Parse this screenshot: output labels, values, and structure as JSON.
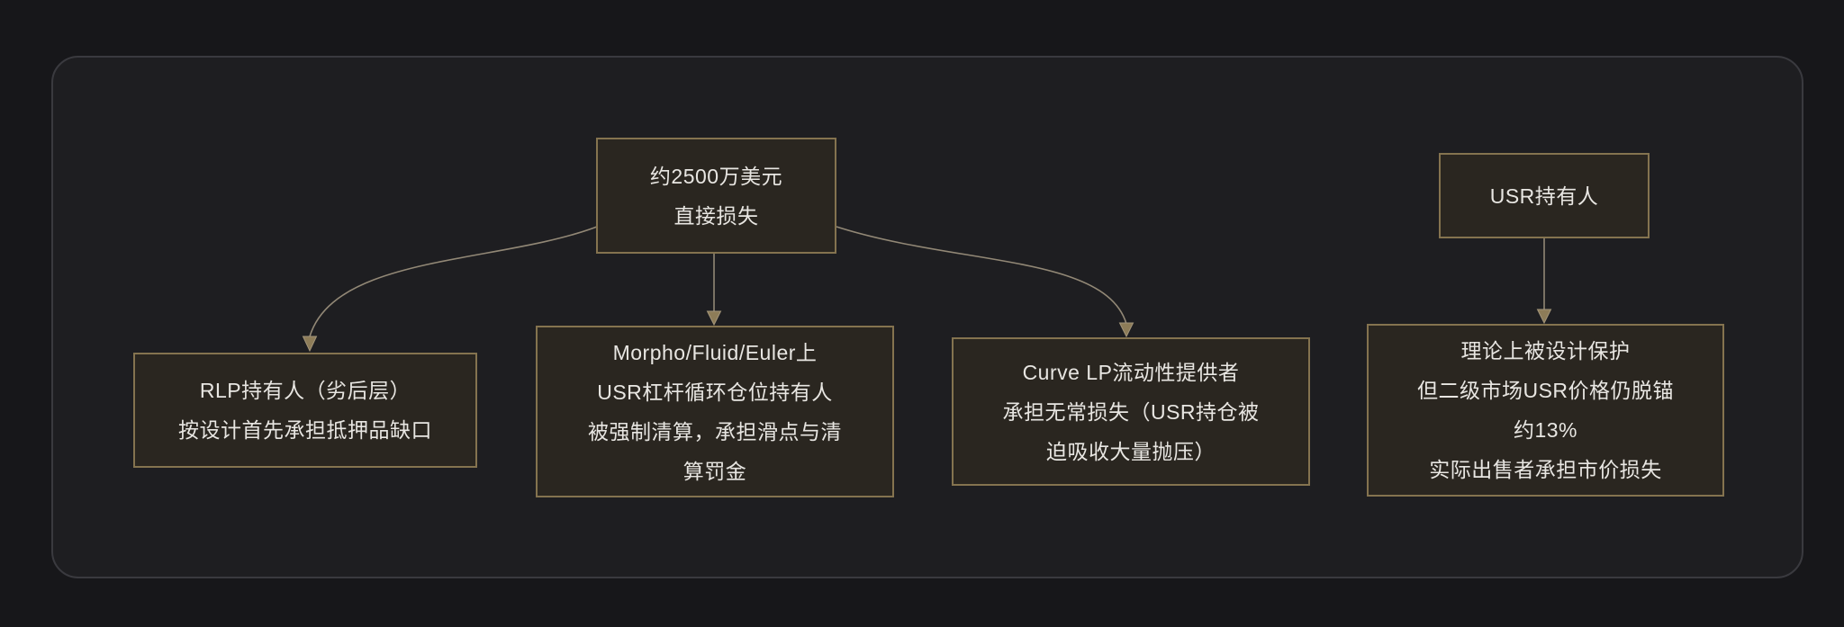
{
  "diagram": {
    "theme": {
      "page_bg": "#17171a",
      "panel_bg": "#1e1e21",
      "panel_border": "#3a3a3f",
      "node_bg": "#2a2620",
      "node_border": "#84734f",
      "text_color": "#e8e6e2",
      "arrow_color": "#928876",
      "arrowhead_color": "#8d7c58"
    },
    "nodes": {
      "direct_loss": {
        "lines": [
          "约2500万美元",
          "直接损失"
        ]
      },
      "usr_holders": {
        "lines": [
          "USR持有人"
        ]
      },
      "rlp_holders": {
        "lines": [
          "RLP持有人（劣后层）",
          "按设计首先承担抵押品缺口"
        ]
      },
      "leverage_holders": {
        "lines": [
          "Morpho/Fluid/Euler上",
          "USR杠杆循环仓位持有人",
          "被强制清算，承担滑点与清",
          "算罚金"
        ]
      },
      "curve_lp": {
        "lines": [
          "Curve LP流动性提供者",
          "承担无常损失（USR持仓被",
          "迫吸收大量抛压）"
        ]
      },
      "usr_detail": {
        "lines": [
          "理论上被设计保护",
          "但二级市场USR价格仍脱锚",
          "约13%",
          "实际出售者承担市价损失"
        ]
      }
    },
    "edges": [
      {
        "from": "direct_loss",
        "to": "rlp_holders"
      },
      {
        "from": "direct_loss",
        "to": "leverage_holders"
      },
      {
        "from": "direct_loss",
        "to": "curve_lp"
      },
      {
        "from": "usr_holders",
        "to": "usr_detail"
      }
    ]
  }
}
